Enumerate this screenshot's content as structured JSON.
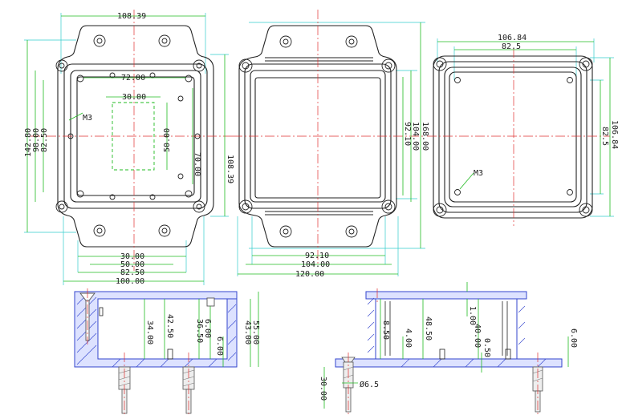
{
  "colors": {
    "outline": "#222222",
    "centerline": "#e03030",
    "dimension": "#22bb22",
    "extension": "#33cccc",
    "hatch": "#3344cc",
    "screw": "#777777"
  },
  "top_left_view": {
    "top": "108.39",
    "inner_w": "72.00",
    "slot_w": "30.00",
    "thread": "M3",
    "left_outer": "142.80",
    "left_mid": "98.00",
    "left_inner": "82.50",
    "slot_h": "50.00",
    "hole_v": "70.00",
    "right": "108.39",
    "bottom_a": "30.00",
    "bottom_b": "50.00",
    "bottom_c": "82.50",
    "bottom_d": "100.00"
  },
  "top_center_view": {
    "right_a": "92.10",
    "right_b": "104.00",
    "right_c": "168.00",
    "bottom_a": "92.10",
    "bottom_b": "104.00",
    "bottom_c": "120.00"
  },
  "top_right_view": {
    "top_a": "106.84",
    "top_b": "82.5",
    "thread": "M3",
    "right_a": "82.5",
    "right_b": "106.84"
  },
  "section_left": {
    "h_a": "34.00",
    "h_b": "42.50",
    "h_c": "36.50",
    "h_d": "6.00",
    "h_e": "6.00",
    "h_f": "43.00",
    "h_g": "55.00"
  },
  "section_right": {
    "h_a": "8.50",
    "h_b": "4.00",
    "h_c": "48.50",
    "h_d": "1.00",
    "h_e": "40.00",
    "h_f": "0.50",
    "h_g": "6.00",
    "h_h": "30.00",
    "dia": "Ø6.5"
  }
}
